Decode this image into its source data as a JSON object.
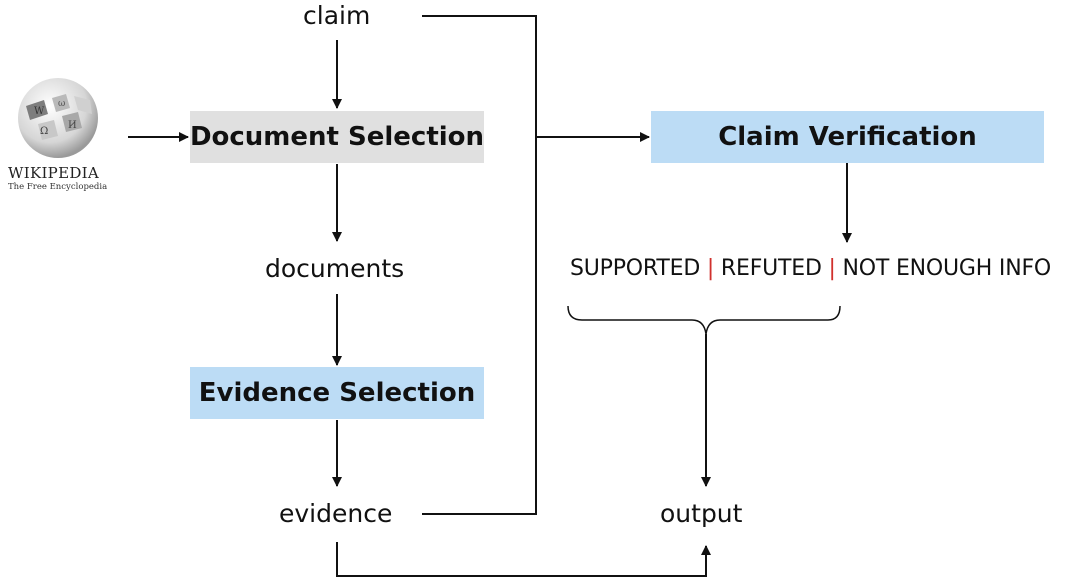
{
  "logo": {
    "wordmark": "WIKIPEDIA",
    "tagline": "The Free Encyclopedia",
    "icon": "wikipedia-globe-icon"
  },
  "nodes": {
    "claim": "claim",
    "document_selection": "Document Selection",
    "documents": "documents",
    "evidence_selection": "Evidence Selection",
    "evidence": "evidence",
    "claim_verification": "Claim Verification",
    "output": "output"
  },
  "labels": {
    "supported": "SUPPORTED",
    "refuted": "REFUTED",
    "not_enough_info": "NOT ENOUGH INFO",
    "separator": "|"
  },
  "colors": {
    "document_selection_fill": "#e0e0e0",
    "selection_fill": "#bcdcf5",
    "separator": "#d0312d",
    "line": "#111111"
  }
}
